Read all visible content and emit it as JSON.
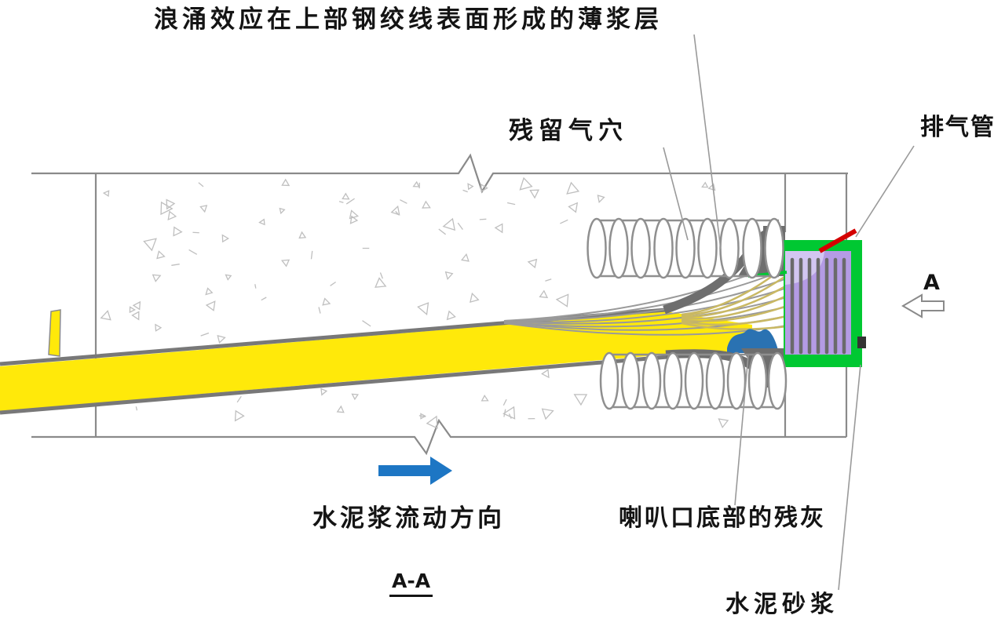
{
  "labels": {
    "surge_layer": "浪涌效应在上部钢绞线表面形成的薄浆层",
    "air_cavity": "残留气穴",
    "vent_pipe": "排气管",
    "section_marker_a": "A",
    "flow_direction": "水泥浆流动方向",
    "section_name": "A-A",
    "trumpet_residue": "喇叭口底部的残灰",
    "cement_mortar": "水泥砂浆"
  },
  "colors": {
    "duct_yellow": "#FFE90A",
    "mortar_green": "#00C832",
    "anchor_purple": "#B49BE4",
    "residue_blue": "#2A72B2",
    "vent_red": "#D40000",
    "flow_arrow_blue": "#1D76C4",
    "steel_gray": "#6E6E6E",
    "line_gray": "#8A8A8A"
  }
}
